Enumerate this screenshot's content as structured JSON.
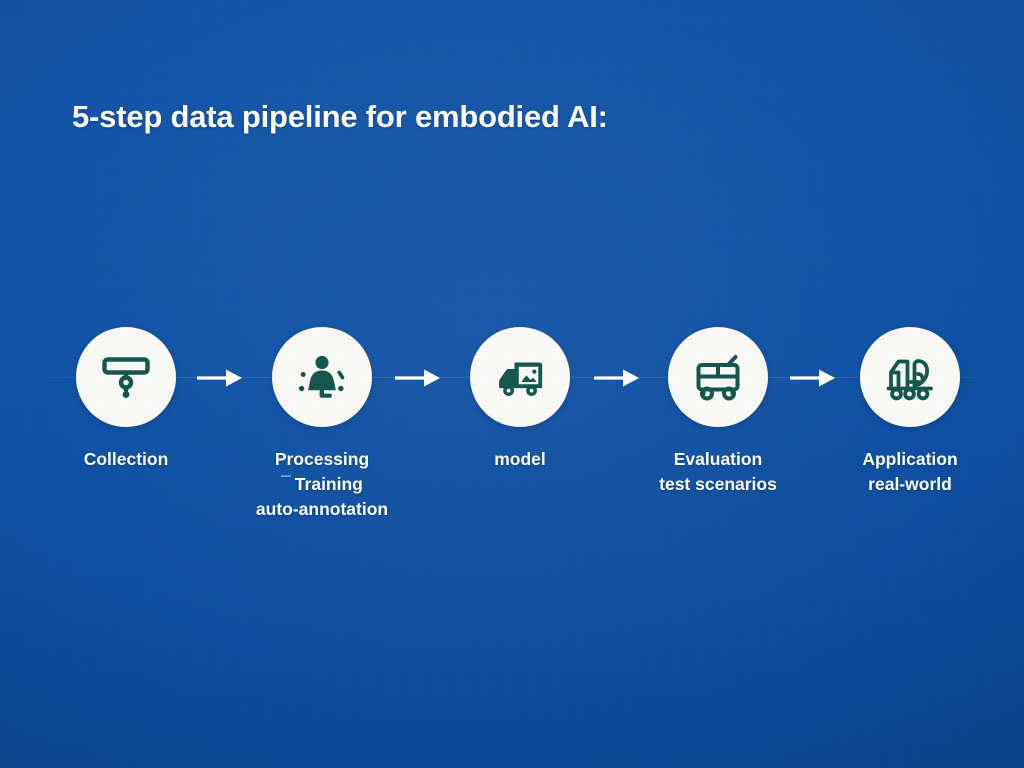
{
  "slide": {
    "title": "5-step data pipeline for embodied AI:",
    "background_color": "#0d50a5",
    "bubble_color": "#fafaf7",
    "icon_color": "#14564e",
    "text_color": "#ffffff",
    "arrow_color": "#ffffff"
  },
  "steps": [
    {
      "icon": "sensor-rail-icon",
      "label_line1": "Collection",
      "label_line2": "",
      "label_line3": ""
    },
    {
      "icon": "person-signal-icon",
      "label_line1": "Processing",
      "label_line2": "Training",
      "label_line3": "auto-annotation"
    },
    {
      "icon": "delivery-truck-icon",
      "label_line1": "model",
      "label_line2": "",
      "label_line3": ""
    },
    {
      "icon": "trolleybus-icon",
      "label_line1": "Evaluation",
      "label_line2": "test scenarios",
      "label_line3": ""
    },
    {
      "icon": "loader-vehicle-icon",
      "label_line1": "Application",
      "label_line2": "real-world",
      "label_line3": ""
    }
  ],
  "arrows": [
    {
      "name": "arrow-collection-to-processing",
      "glyph": "right-arrow-icon"
    },
    {
      "name": "arrow-processing-to-model",
      "glyph": "right-arrow-icon"
    },
    {
      "name": "arrow-model-to-evaluation",
      "glyph": "right-arrow-icon"
    },
    {
      "name": "arrow-evaluation-to-application",
      "glyph": "right-arrow-icon"
    }
  ]
}
